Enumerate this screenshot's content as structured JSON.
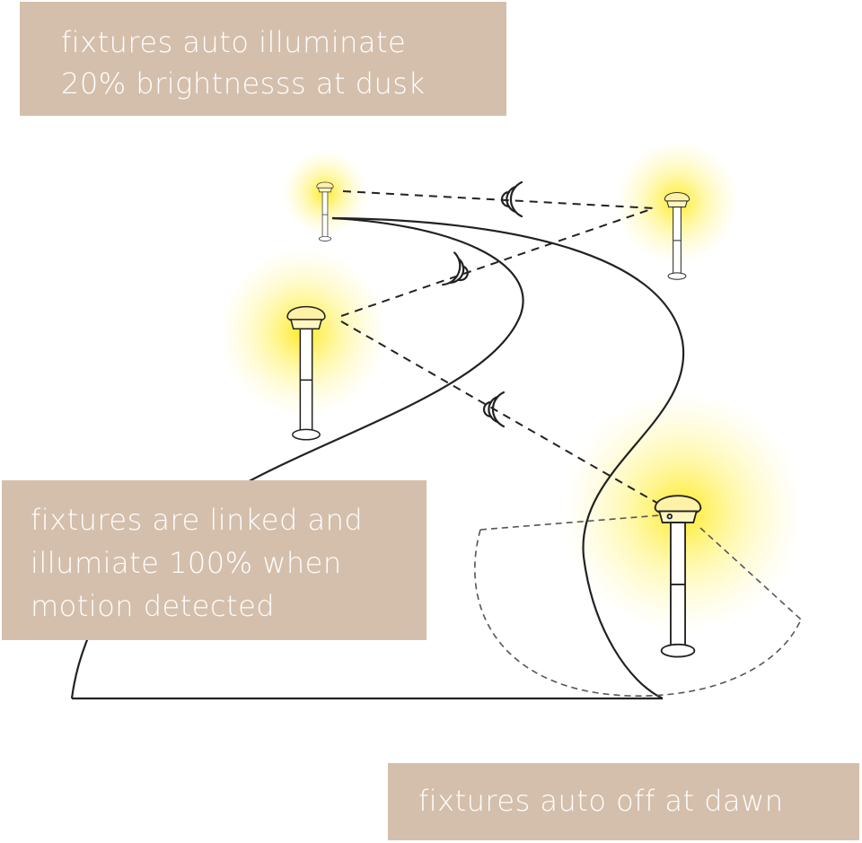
{
  "captions": {
    "dusk": {
      "lines": [
        "fixtures auto illuminate",
        "20% brightnesss at dusk"
      ]
    },
    "motion": {
      "lines": [
        "fixtures are linked and",
        "illumiate 100% when",
        "motion detected"
      ]
    },
    "dawn": {
      "lines": [
        "fixtures auto off at dawn"
      ]
    }
  },
  "colors": {
    "caption_background": "#d4bfac",
    "caption_text": "#ffffff",
    "glow": "#ffe600",
    "lamp_head": "#fff2a8",
    "line": "#222222"
  },
  "icons": {
    "fixture": "bollard-light-icon",
    "signal": "wireless-signal-icon"
  }
}
